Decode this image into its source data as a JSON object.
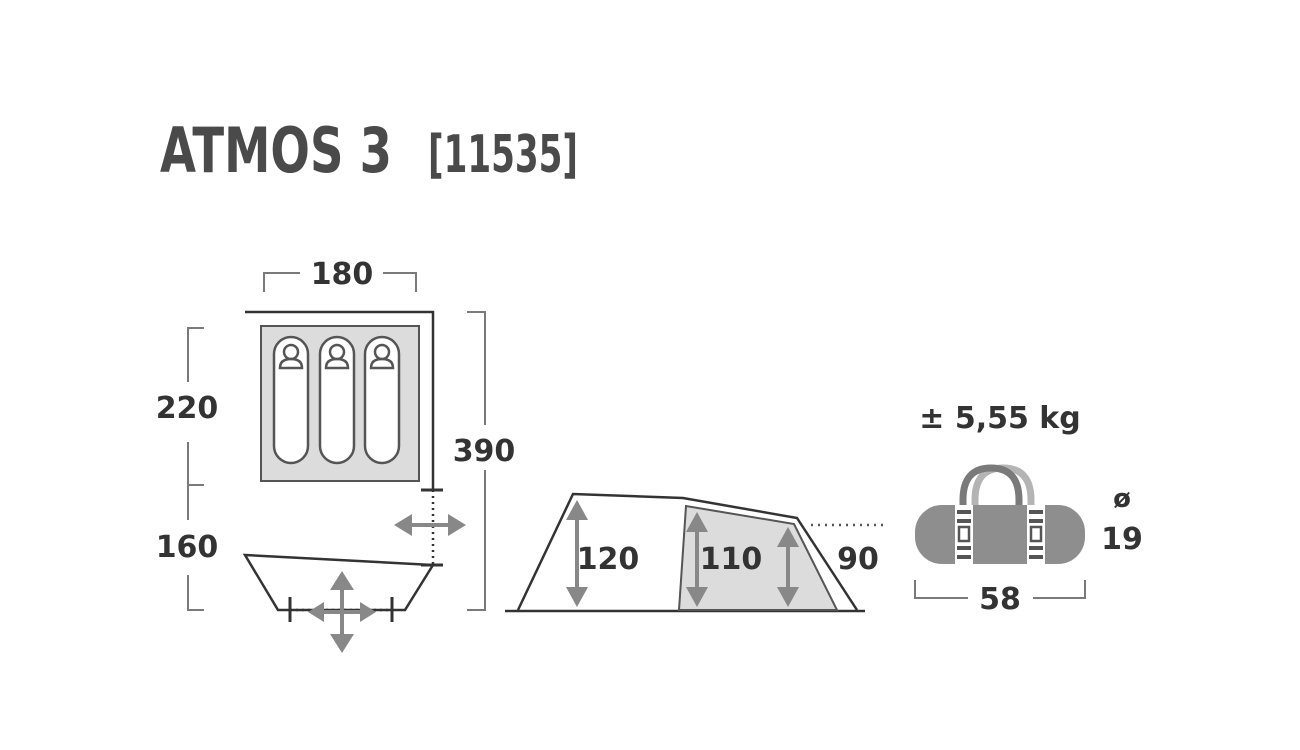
{
  "product": {
    "name": "ATMOS 3",
    "code": "[11535]"
  },
  "floor_plan": {
    "width_label": "180",
    "total_length_label": "390",
    "inner_length_label": "220",
    "vestibule_length_label": "160"
  },
  "side_view": {
    "front_height_label": "120",
    "middle_height_label": "110",
    "rear_height_label": "90"
  },
  "pack": {
    "weight_label": "± 5,55 kg",
    "diameter_symbol": "ø",
    "diameter_label": "19",
    "length_label": "58"
  },
  "colors": {
    "title": "#4a4a4a",
    "outline": "#333333",
    "dimension_line": "#7a7a7a",
    "fill_light": "#dcdcdc",
    "pack_body": "#8e8e8e",
    "handle_dark": "#7a7a7a",
    "handle_light": "#b4b4b4",
    "arrow": "#888888"
  }
}
